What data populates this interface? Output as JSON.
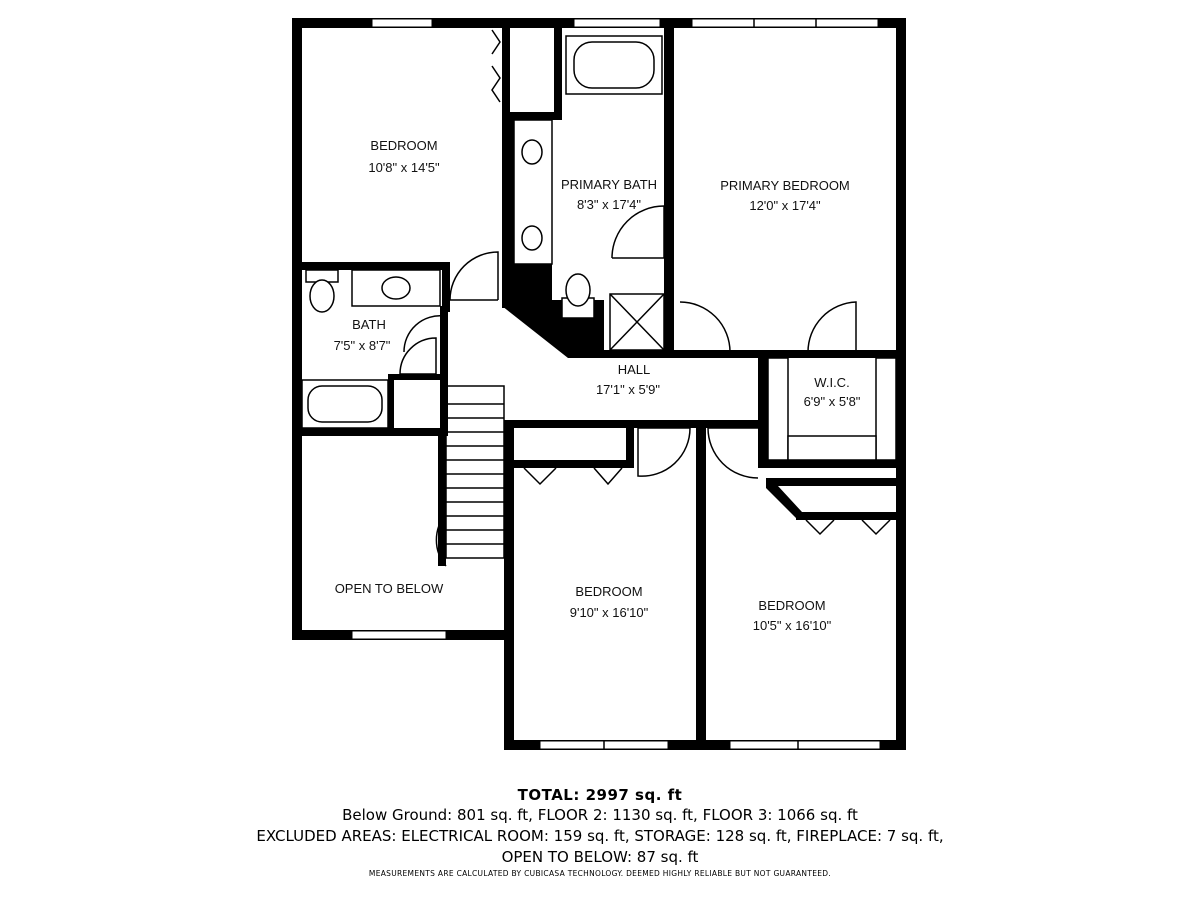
{
  "rooms": {
    "bedroom_nw": {
      "name": "BEDROOM",
      "dims": "10'8\" x 14'5\""
    },
    "primary_bath": {
      "name": "PRIMARY BATH",
      "dims": "8'3\" x 17'4\""
    },
    "primary_bedroom": {
      "name": "PRIMARY BEDROOM",
      "dims": "12'0\" x 17'4\""
    },
    "bath": {
      "name": "BATH",
      "dims": "7'5\" x 8'7\""
    },
    "hall": {
      "name": "HALL",
      "dims": "17'1\" x 5'9\""
    },
    "wic": {
      "name": "W.I.C.",
      "dims": "6'9\" x 5'8\""
    },
    "open_to_below": {
      "name": "OPEN TO BELOW"
    },
    "bedroom_s": {
      "name": "BEDROOM",
      "dims": "9'10\" x 16'10\""
    },
    "bedroom_se": {
      "name": "BEDROOM",
      "dims": "10'5\" x 16'10\""
    }
  },
  "footer": {
    "total": "TOTAL: 2997 sq. ft",
    "line1": "Below Ground: 801 sq. ft, FLOOR 2: 1130 sq. ft, FLOOR 3: 1066 sq. ft",
    "line2": "EXCLUDED AREAS: ELECTRICAL ROOM: 159 sq. ft, STORAGE: 128 sq. ft, FIREPLACE: 7 sq. ft,",
    "line3": "OPEN TO BELOW: 87 sq. ft",
    "note": "MEASUREMENTS ARE CALCULATED BY CUBICASA TECHNOLOGY. DEEMED HIGHLY RELIABLE BUT NOT GUARANTEED."
  }
}
